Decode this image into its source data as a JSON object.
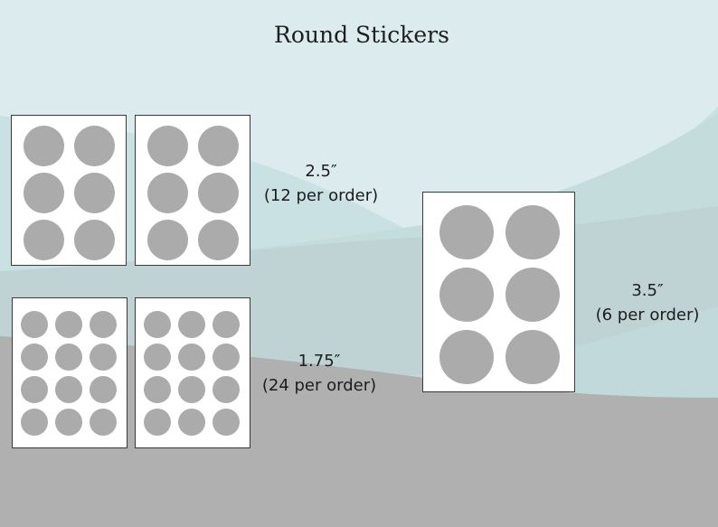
{
  "title": "Round Stickers",
  "colors": {
    "sticker": "#ababab",
    "sheet": "#ffffff",
    "sheet_border": "#3a3a3a",
    "bg_top": "#dcecee",
    "bg_mid": "#c6dfe1",
    "bg_mid2": "#bfd3d4",
    "bg_floor": "#b0b0b0"
  },
  "options": [
    {
      "size": "2.5″",
      "per_order": "(12 per order)",
      "stickers_per_sheet": 6,
      "columns": 2,
      "sheet_count": 2
    },
    {
      "size": "1.75″",
      "per_order": "(24 per order)",
      "stickers_per_sheet": 12,
      "columns": 3,
      "sheet_count": 2
    },
    {
      "size": "3.5″",
      "per_order": "(6 per order)",
      "stickers_per_sheet": 6,
      "columns": 2,
      "sheet_count": 1
    }
  ]
}
